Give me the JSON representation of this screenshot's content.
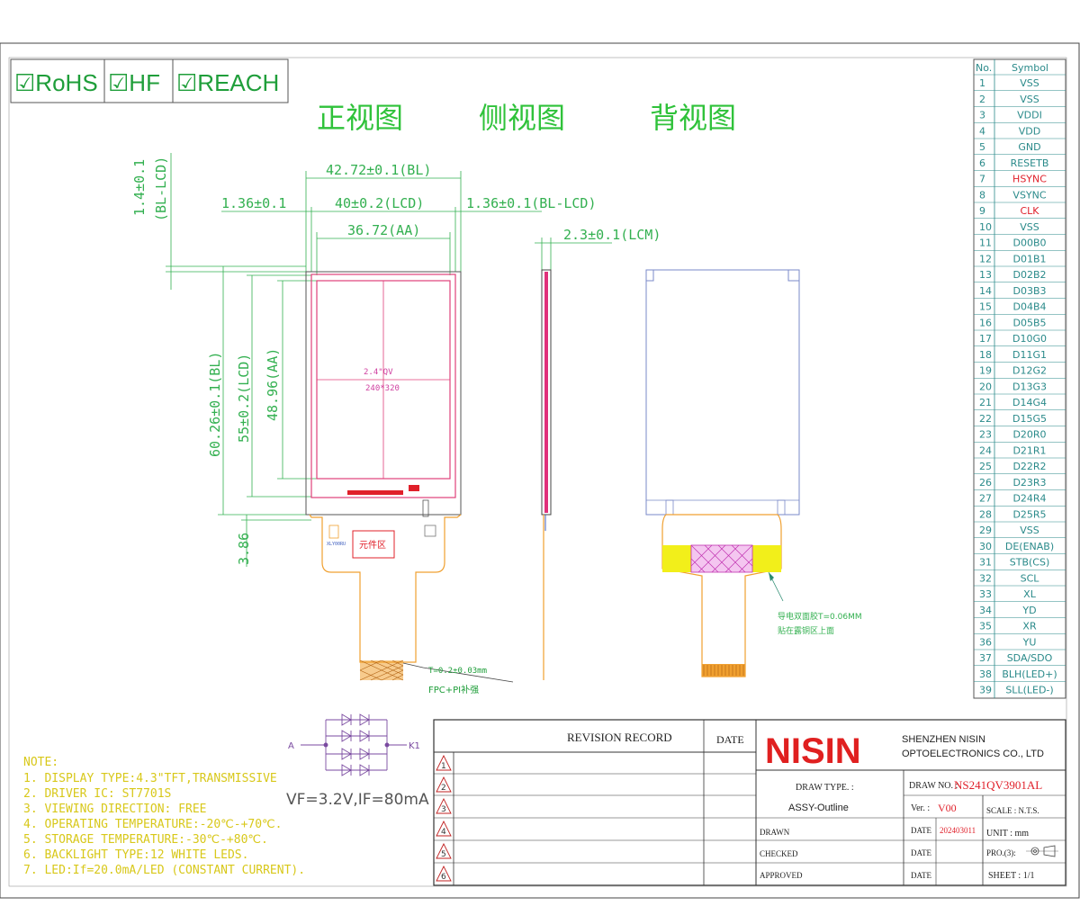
{
  "badges": [
    "☑RoHS",
    "☑HF",
    "☑REACH"
  ],
  "view_titles": {
    "front": "正视图",
    "side": "侧视图",
    "back": "背视图"
  },
  "dimensions": {
    "bl_width": "42.72±0.1(BL)",
    "lcd_width": "40±0.2(LCD)",
    "left_margin": "1.36±0.1",
    "right_margin": "1.36±0.1(BL-LCD)",
    "aa_width": "36.72(AA)",
    "lcm_thickness": "2.3±0.1(LCM)",
    "top_offset": "1.4±0.1",
    "top_offset_note": "(BL-LCD)",
    "bl_height": "60.26±0.1(BL)",
    "lcd_height": "55±0.2(LCD)",
    "aa_height": "48.96(AA)",
    "bottom_offset": "3.86"
  },
  "panel": {
    "size": "2.4\"QV",
    "resolution": "240*320"
  },
  "fpc": {
    "component_area": "元件区",
    "thickness": "T=0.2±0.03mm",
    "stiffener": "FPC+PI补强",
    "small_mark": "XLY00RU",
    "tape_note_1": "导电双面胶T=0.06MM",
    "tape_note_2": "贴在露铜区上面"
  },
  "led": {
    "anode": "A",
    "cathode": "K1",
    "spec": "VF=3.2V,IF=80mA"
  },
  "notes": [
    "NOTE:",
    "1. DISPLAY TYPE:4.3\"TFT,TRANSMISSIVE",
    "2. DRIVER IC: ST7701S",
    "3. VIEWING DIRECTION: FREE",
    "4. OPERATING TEMPERATURE:-20℃-+70℃.",
    "5. STORAGE TEMPERATURE:-30℃-+80℃.",
    "6. BACKLIGHT TYPE:12 WHITE LEDS.",
    "7. LED:If=20.0mA/LED (CONSTANT CURRENT)."
  ],
  "pin_table": {
    "header_no": "No.",
    "header_symbol": "Symbol",
    "highlight_color": "#e0202a",
    "rows": [
      {
        "no": "1",
        "sym": "VSS",
        "hl": false
      },
      {
        "no": "2",
        "sym": "VSS",
        "hl": false
      },
      {
        "no": "3",
        "sym": "VDDI",
        "hl": false
      },
      {
        "no": "4",
        "sym": "VDD",
        "hl": false
      },
      {
        "no": "5",
        "sym": "GND",
        "hl": false
      },
      {
        "no": "6",
        "sym": "RESETB",
        "hl": false
      },
      {
        "no": "7",
        "sym": "HSYNC",
        "hl": true
      },
      {
        "no": "8",
        "sym": "VSYNC",
        "hl": false
      },
      {
        "no": "9",
        "sym": "CLK",
        "hl": true
      },
      {
        "no": "10",
        "sym": "VSS",
        "hl": false
      },
      {
        "no": "11",
        "sym": "D00B0",
        "hl": false
      },
      {
        "no": "12",
        "sym": "D01B1",
        "hl": false
      },
      {
        "no": "13",
        "sym": "D02B2",
        "hl": false
      },
      {
        "no": "14",
        "sym": "D03B3",
        "hl": false
      },
      {
        "no": "15",
        "sym": "D04B4",
        "hl": false
      },
      {
        "no": "16",
        "sym": "D05B5",
        "hl": false
      },
      {
        "no": "17",
        "sym": "D10G0",
        "hl": false
      },
      {
        "no": "18",
        "sym": "D11G1",
        "hl": false
      },
      {
        "no": "19",
        "sym": "D12G2",
        "hl": false
      },
      {
        "no": "20",
        "sym": "D13G3",
        "hl": false
      },
      {
        "no": "21",
        "sym": "D14G4",
        "hl": false
      },
      {
        "no": "22",
        "sym": "D15G5",
        "hl": false
      },
      {
        "no": "23",
        "sym": "D20R0",
        "hl": false
      },
      {
        "no": "24",
        "sym": "D21R1",
        "hl": false
      },
      {
        "no": "25",
        "sym": "D22R2",
        "hl": false
      },
      {
        "no": "26",
        "sym": "D23R3",
        "hl": false
      },
      {
        "no": "27",
        "sym": "D24R4",
        "hl": false
      },
      {
        "no": "28",
        "sym": "D25R5",
        "hl": false
      },
      {
        "no": "29",
        "sym": "VSS",
        "hl": false
      },
      {
        "no": "30",
        "sym": "DE(ENAB)",
        "hl": false
      },
      {
        "no": "31",
        "sym": "STB(CS)",
        "hl": false
      },
      {
        "no": "32",
        "sym": "SCL",
        "hl": false
      },
      {
        "no": "33",
        "sym": "XL",
        "hl": false
      },
      {
        "no": "34",
        "sym": "YD",
        "hl": false
      },
      {
        "no": "35",
        "sym": "XR",
        "hl": false
      },
      {
        "no": "36",
        "sym": "YU",
        "hl": false
      },
      {
        "no": "37",
        "sym": "SDA/SDO",
        "hl": false
      },
      {
        "no": "38",
        "sym": "BLH(LED+)",
        "hl": false
      },
      {
        "no": "39",
        "sym": "SLL(LED-)",
        "hl": false
      }
    ]
  },
  "title_block": {
    "revision_record": "REVISION RECORD",
    "date_header": "DATE",
    "revisions": [
      "1",
      "2",
      "3",
      "4",
      "5",
      "6"
    ],
    "logo": "NISIN",
    "company_line1": "SHENZHEN NISIN",
    "company_line2": "OPTOELECTRONICS CO., LTD",
    "draw_type_label": "DRAW TYPE. :",
    "draw_type_value": "ASSY-Outline",
    "draw_no_label": "DRAW NO. :",
    "draw_no_value": "NS241QV3901AL",
    "ver_label": "Ver. :",
    "ver_value": "V00",
    "scale": "SCALE : N.T.S.",
    "drawn": "DRAWN",
    "checked": "CHECKED",
    "approved": "APPROVED",
    "date_label": "DATE",
    "date_value": "202403011",
    "unit": "UNIT : mm",
    "projection": "PRO.(3):",
    "sheet": "SHEET : 1/1"
  }
}
